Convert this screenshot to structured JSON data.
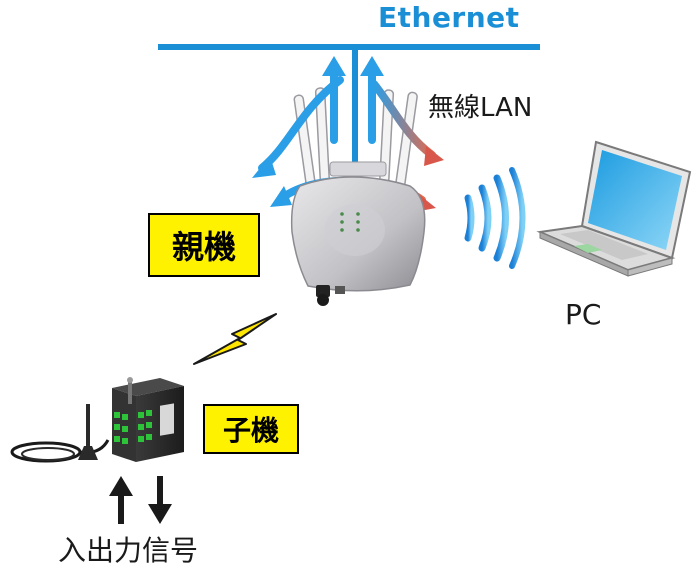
{
  "labels": {
    "ethernet": "Ethernet",
    "wireless_lan": "無線LAN",
    "pc": "PC",
    "parent": "親機",
    "child": "子機",
    "io_signal": "入出力信号"
  },
  "colors": {
    "ethernet_blue": "#1b8fd6",
    "tag_yellow": "#fff200",
    "arrow_light_blue": "#2a9ee6",
    "arrow_red": "#d9574a",
    "lightning_yellow": "#ffe600"
  },
  "icons": [
    "ethernet-bus",
    "access-point",
    "wireless-waves-icon",
    "laptop-pc",
    "lightning-icon",
    "io-module",
    "antenna",
    "up-arrow-icon",
    "down-arrow-icon"
  ]
}
